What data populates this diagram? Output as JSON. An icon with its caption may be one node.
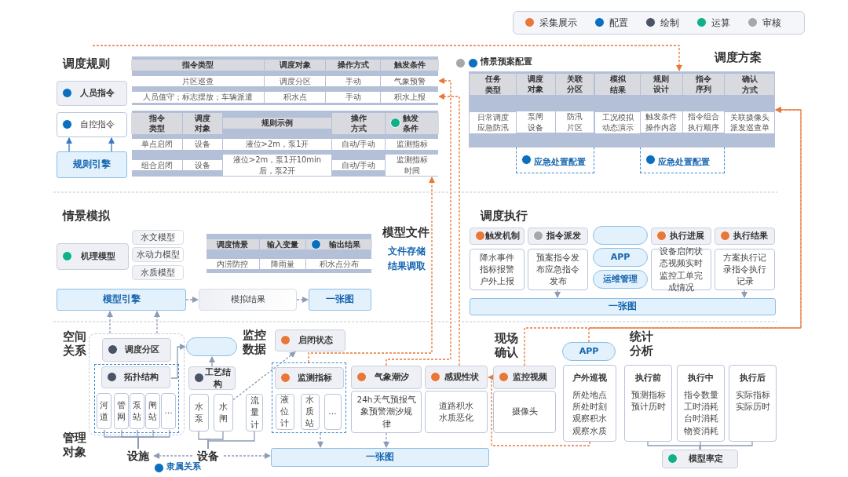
{
  "diagram": {
    "nodes": [
      {
        "text": [
          "人员指令"
        ]
      },
      {
        "text": [
          "自控指令"
        ]
      },
      {
        "text": [
          "规则引擎"
        ]
      },
      {
        "text": [
          "指令类型",
          "调度对象",
          "操作方式",
          "触发条件",
          "片区巡查",
          "调度分区",
          "手动",
          "气象预警",
          "人员值守；标志摆放；车辆派遣",
          "积水点",
          "手动",
          "积水上报"
        ]
      },
      {
        "text": [
          "指令类型",
          "调度对象",
          "规则示例",
          "操作方式",
          "触发条件",
          "单点启闭",
          "设备",
          "液位>2m，泵1开",
          "自动/手动",
          "监测指标",
          "组合启闭",
          "设备",
          "液位>2m，泵1开10min后，泵2开",
          "自动/手动",
          "监测指标时间"
        ]
      },
      {
        "text": [
          "任务类型",
          "日常调度应急防汛"
        ]
      },
      {
        "text": [
          "应急处置配置"
        ]
      },
      {
        "text": [
          "应急处置配置"
        ]
      },
      {
        "text": [
          "机理模型"
        ]
      },
      {
        "text": [
          "水文模型"
        ]
      },
      {
        "text": [
          "水动力模型"
        ]
      },
      {
        "text": [
          "水质模型"
        ]
      },
      {
        "text": [
          "调度情景",
          "输入变量",
          "输出结果",
          "内涝防控",
          "降雨量",
          "积水点分布"
        ]
      },
      {
        "text": [
          "模型引擎"
        ]
      },
      {
        "text": [
          "模拟结果"
        ]
      },
      {
        "text": [
          "一张图"
        ]
      },
      {
        "text": [
          "触发机制"
        ]
      },
      {
        "text": [
          "降水事件指标报警户外上报"
        ]
      },
      {
        "text": [
          "指令派发"
        ]
      },
      {
        "text": [
          "预案指令发布应急指令发布"
        ]
      },
      {
        "text": [],
        "shape": "box"
      },
      {
        "text": [
          "APP"
        ]
      },
      {
        "text": [
          "运维管理"
        ]
      },
      {
        "text": [
          "执行进展"
        ]
      },
      {
        "text": [
          "设备启闭状态视频实时监控工单完成情况"
        ]
      },
      {
        "text": [
          "执行结果"
        ]
      },
      {
        "text": [
          "方案执行记录指令执行记录"
        ]
      },
      {
        "text": [
          "一张图"
        ]
      },
      {
        "text": [],
        "shape": "box"
      },
      {
        "text": [
          "调度分区"
        ],
        "in": 28
      },
      {
        "text": [],
        "shape": "box",
        "in": 28
      },
      {
        "text": [
          "拓扑结构"
        ],
        "in": 30
      },
      {
        "text": [
          "河道"
        ],
        "in": 30
      },
      {
        "text": [
          "管网"
        ],
        "in": 30
      },
      {
        "text": [
          "泵站"
        ],
        "in": 30
      },
      {
        "text": [
          "闸站"
        ],
        "in": 30
      },
      {
        "text": [
          "…"
        ],
        "in": 30
      },
      {
        "text": [],
        "shape": "box"
      },
      {
        "text": [
          "工艺结构"
        ]
      },
      {
        "text": [
          "水泵"
        ]
      },
      {
        "text": [
          "水闸"
        ]
      },
      {
        "text": [
          "流量计"
        ]
      },
      {
        "text": [
          "启闭状态"
        ]
      },
      {
        "text": [],
        "shape": "box"
      },
      {
        "text": [
          "监测指标"
        ],
        "in": 43
      },
      {
        "text": [
          "液位计"
        ],
        "in": 43
      },
      {
        "text": [
          "水质站"
        ],
        "in": 43
      },
      {
        "text": [
          "…"
        ],
        "in": 43
      },
      {
        "text": [
          "气象潮汐"
        ]
      },
      {
        "text": [
          "24h天气预报气象预警潮汐规律"
        ]
      },
      {
        "text": [
          "感观性状"
        ]
      },
      {
        "text": [
          "道路积水水质恶化"
        ]
      },
      {
        "text": [
          "监控视频"
        ]
      },
      {
        "text": [
          "摄像头"
        ]
      },
      {
        "text": [
          "APP"
        ]
      },
      {
        "text": [
          "户外巡视",
          "所处地点所处时刻观察积水观察水质"
        ]
      },
      {
        "text": [
          "执行前",
          "预测指标预计历时"
        ]
      },
      {
        "text": [
          "执行中",
          "指令数量工时消耗台时消耗物资消耗"
        ]
      },
      {
        "text": [
          "执行后",
          "实际指标实际历时"
        ]
      },
      {
        "text": [
          "模型率定"
        ]
      },
      {
        "text": [
          "一张图"
        ]
      },
      {
        "text": [
          "设施"
        ]
      },
      {
        "text": [
          "设备"
        ]
      },
      {
        "text": [
          "调度对象",
          "关联分区",
          "泵闸设备",
          "防汛片区"
        ],
        "in": 6
      },
      {
        "text": [
          "模拟结果",
          "工况模拟动态演示"
        ]
      },
      {
        "text": [
          "规则设计",
          "指令序列",
          "触发条件操作内容",
          "指令组合执行顺序"
        ],
        "in": 7
      },
      {
        "text": [
          "确认方式",
          "关联摄像头派发巡查单"
        ]
      }
    ],
    "edges": [
      {
        "from": 2,
        "to": 1,
        "arrow": "to",
        "color": "#3a78c2"
      },
      {
        "from": 2,
        "to": 1,
        "arrow": "to",
        "color": "#3a78c2"
      },
      {
        "from": null,
        "to": 7,
        "arrow": "to",
        "style": "dashed",
        "color": "#e8773a"
      },
      {
        "from": 48,
        "to": 3,
        "arrow": "to",
        "style": "dashed",
        "color": "#e8773a"
      },
      {
        "from": 50,
        "to": 3,
        "arrow": "to",
        "style": "dashed",
        "color": "#e8773a"
      },
      {
        "from": 43,
        "to": 4,
        "arrow": "to",
        "style": "dashed",
        "color": "#e8773a"
      },
      {
        "from": 52,
        "to": 66,
        "arrow": "to",
        "style": "dashed",
        "color": "#e8773a"
      },
      {
        "from": 54,
        "to": 66,
        "arrow": "to",
        "style": "dashed",
        "color": "#e8773a"
      },
      {
        "from": 55,
        "to": 50,
        "arrow": "to",
        "style": "dashed",
        "color": "#e8773a"
      },
      {
        "from": 13,
        "to": 14,
        "arrow": "to",
        "style": "dashed"
      },
      {
        "from": 14,
        "to": 15,
        "arrow": "to",
        "style": "dashed"
      },
      {
        "from": 28,
        "to": 13,
        "arrow": "to",
        "style": "dashed"
      },
      {
        "from": 28,
        "to": 13,
        "arrow": "to",
        "style": "dashed"
      },
      {
        "from": 31,
        "to": 37,
        "arrow": "to"
      },
      {
        "from": 38,
        "to": 37,
        "arrow": "to"
      },
      {
        "from": 40,
        "to": 42,
        "arrow": "to",
        "style": "dashed"
      },
      {
        "from": 19,
        "to": 27,
        "arrow": "to"
      },
      {
        "from": 26,
        "to": 27,
        "arrow": "to"
      },
      {
        "from": 43,
        "to": 60,
        "arrow": "to",
        "style": "dashed"
      },
      {
        "from": 49,
        "to": 60,
        "arrow": "to",
        "style": "dashed"
      },
      {
        "from": 62,
        "to": 61,
        "arrow": "to",
        "style": "dashed"
      },
      {
        "from": 62,
        "to": 60,
        "arrow": "to",
        "style": "dashed"
      },
      {
        "from": 32,
        "to": 61,
        "arrow": "none"
      },
      {
        "from": 33,
        "to": 61,
        "arrow": "none"
      },
      {
        "from": 34,
        "to": 61,
        "arrow": "none"
      },
      {
        "from": 35,
        "to": 61,
        "arrow": "none"
      },
      {
        "from": 36,
        "to": 61,
        "arrow": "none"
      },
      {
        "from": 39,
        "to": 62,
        "arrow": "none"
      },
      {
        "from": 40,
        "to": 62,
        "arrow": "none"
      },
      {
        "from": 56,
        "to": 59,
        "arrow": "none"
      },
      {
        "from": 57,
        "to": 59,
        "arrow": "none"
      },
      {
        "from": 58,
        "to": 59,
        "arrow": "none"
      },
      {
        "from": 41,
        "to": 62,
        "arrow": "none"
      }
    ],
    "labels": [
      "调度规则",
      "情景预案配置",
      "调度方案",
      "情景模拟",
      "模型文件",
      "文件存储",
      "结果调取",
      "调度执行",
      "空间关系",
      "监控数据",
      "现场确认",
      "统计分析",
      "管理对象",
      "隶属关系"
    ],
    "legend": [
      {
        "text": "采集展示",
        "color": "#e8773a"
      },
      {
        "text": "配置",
        "color": "#0b6fbf"
      },
      {
        "text": "绘制",
        "color": "#4a5468"
      },
      {
        "text": "运算",
        "color": "#10b08a"
      },
      {
        "text": "审核",
        "color": "#a5a7ab"
      }
    ]
  }
}
